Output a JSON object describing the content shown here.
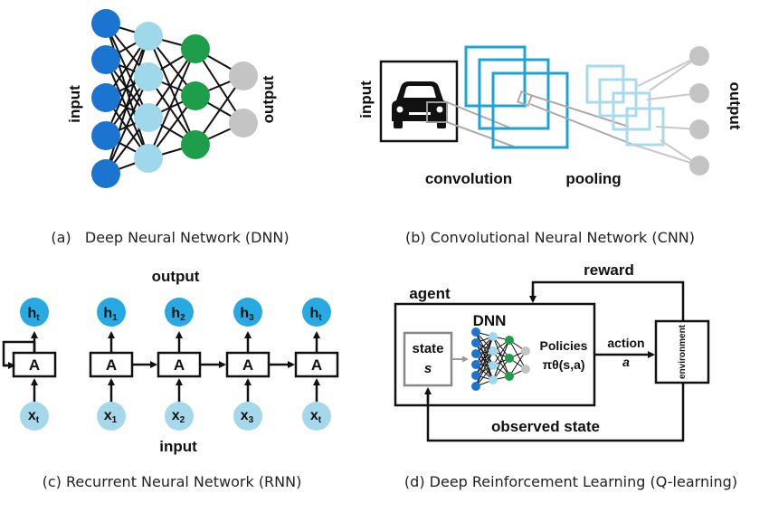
{
  "colors": {
    "input_node": "#1b75d0",
    "hidden1_node": "#9fd8ea",
    "hidden2_node": "#1e9e4a",
    "output_node": "#c4c4c4",
    "conv_blue": "#1ba3d6",
    "pool_lightblue": "#a8dbea",
    "rnn_h": "#29a9e1",
    "rnn_x": "#a6d8ec"
  },
  "panel_a": {
    "input_label": "input",
    "output_label": "output",
    "caption": "(a)   Deep Neural Network (DNN)"
  },
  "panel_b": {
    "input_label": "input",
    "output_label": "output",
    "convolution_label": "convolution",
    "pooling_label": "pooling",
    "caption": "(b) Convolutional Neural Network (CNN)"
  },
  "panel_c": {
    "output_label": "output",
    "input_label": "input",
    "cell_label": "A",
    "h_labels": [
      "h",
      "h",
      "h",
      "h",
      "h"
    ],
    "h_subs": [
      "t",
      "1",
      "2",
      "3",
      "t"
    ],
    "x_labels": [
      "x",
      "x",
      "x",
      "x",
      "x"
    ],
    "x_subs": [
      "t",
      "1",
      "2",
      "3",
      "t"
    ],
    "caption": "(c) Recurrent Neural Network (RNN)"
  },
  "panel_d": {
    "agent_label": "agent",
    "dnn_label": "DNN",
    "state_label": "state",
    "state_var": "s",
    "policies_label": "Policies",
    "policy_formula": "πθ(s,a)",
    "action_label": "action",
    "action_var": "a",
    "environment_label": "environment",
    "reward_label": "reward",
    "observed_label": "observed state",
    "caption": "(d) Deep Reinforcement Learning (Q-learning)"
  }
}
